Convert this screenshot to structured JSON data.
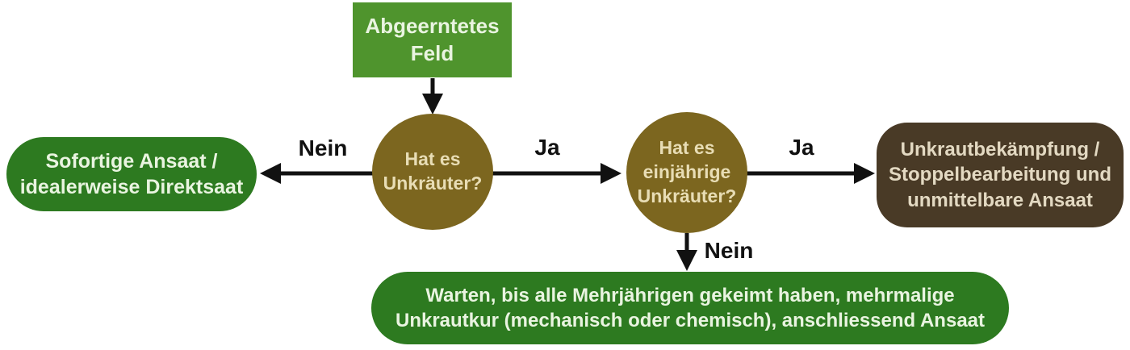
{
  "diagram": {
    "type": "flowchart",
    "language": "de",
    "nodes": {
      "start": {
        "label": "Abgeerntetes\nFeld",
        "shape": "rectangle",
        "color": "#4f942d"
      },
      "decision_weeds": {
        "label": "Hat es\nUnkräuter?",
        "shape": "circle",
        "color": "#7c661f"
      },
      "outcome_immediate_sowing": {
        "label": "Sofortige Ansaat /\nidealerweise Direktsaat",
        "shape": "pill",
        "color": "#2d7a20"
      },
      "decision_annual_weeds": {
        "label": "Hat es\neinjährige\nUnkräuter?",
        "shape": "circle",
        "color": "#7c661f"
      },
      "outcome_weed_control": {
        "label": "Unkrautbekämpfung /\nStoppelbearbeitung und\nunmittelbare Ansaat",
        "shape": "rounded-rectangle",
        "color": "#493a26"
      },
      "outcome_wait": {
        "label": "Warten, bis alle Mehrjährigen gekeimt haben, mehrmalige\nUnkrautkur (mechanisch oder chemisch), anschliessend Ansaat",
        "shape": "pill",
        "color": "#2d7a20"
      }
    },
    "edge_labels": {
      "no_left": "Nein",
      "yes_middle": "Ja",
      "yes_right": "Ja",
      "no_down": "Nein"
    },
    "colors": {
      "start_green": "#4f942d",
      "outcome_green": "#2d7a20",
      "decision_olive": "#7c661f",
      "outcome_dark_brown": "#493a26",
      "arrow_black": "#111111",
      "text_light_green": "#e9f4e0",
      "text_cream": "#e8ddb5"
    }
  }
}
